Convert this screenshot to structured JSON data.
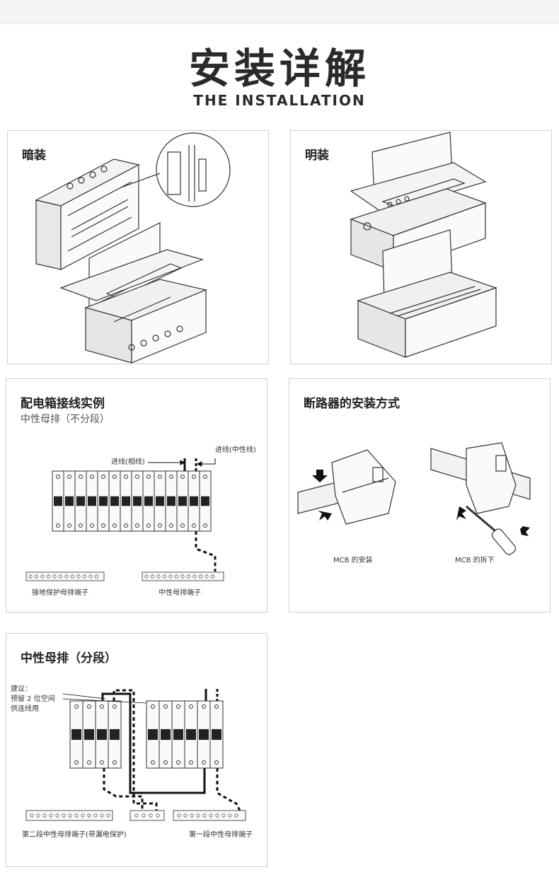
{
  "header": {
    "title": "安装详解",
    "subtitle": "THE INSTALLATION"
  },
  "panels": {
    "concealed": {
      "title": "暗装"
    },
    "surface": {
      "title": "明装"
    },
    "wiring": {
      "title": "配电箱接线实例",
      "subtitle": "中性母排（不分段）",
      "label_incoming_thick": "进线(相线)",
      "label_incoming_neutral": "进线(中性线)",
      "label_ground_bar": "接地保护母排端子",
      "label_neutral_bar": "中性母排端子"
    },
    "breaker": {
      "title": "断路器的安装方式",
      "label_install": "MCB 的安装",
      "label_remove": "MCB 的拆下"
    },
    "segmented": {
      "title": "中性母排（分段）",
      "note_line1": "建议：",
      "note_line2": "预留 2 位空间",
      "note_line3": "供连线用",
      "label_second_bar": "第二段中性母排端子(带漏电保护)",
      "label_first_bar": "第一段中性母排端子"
    }
  }
}
